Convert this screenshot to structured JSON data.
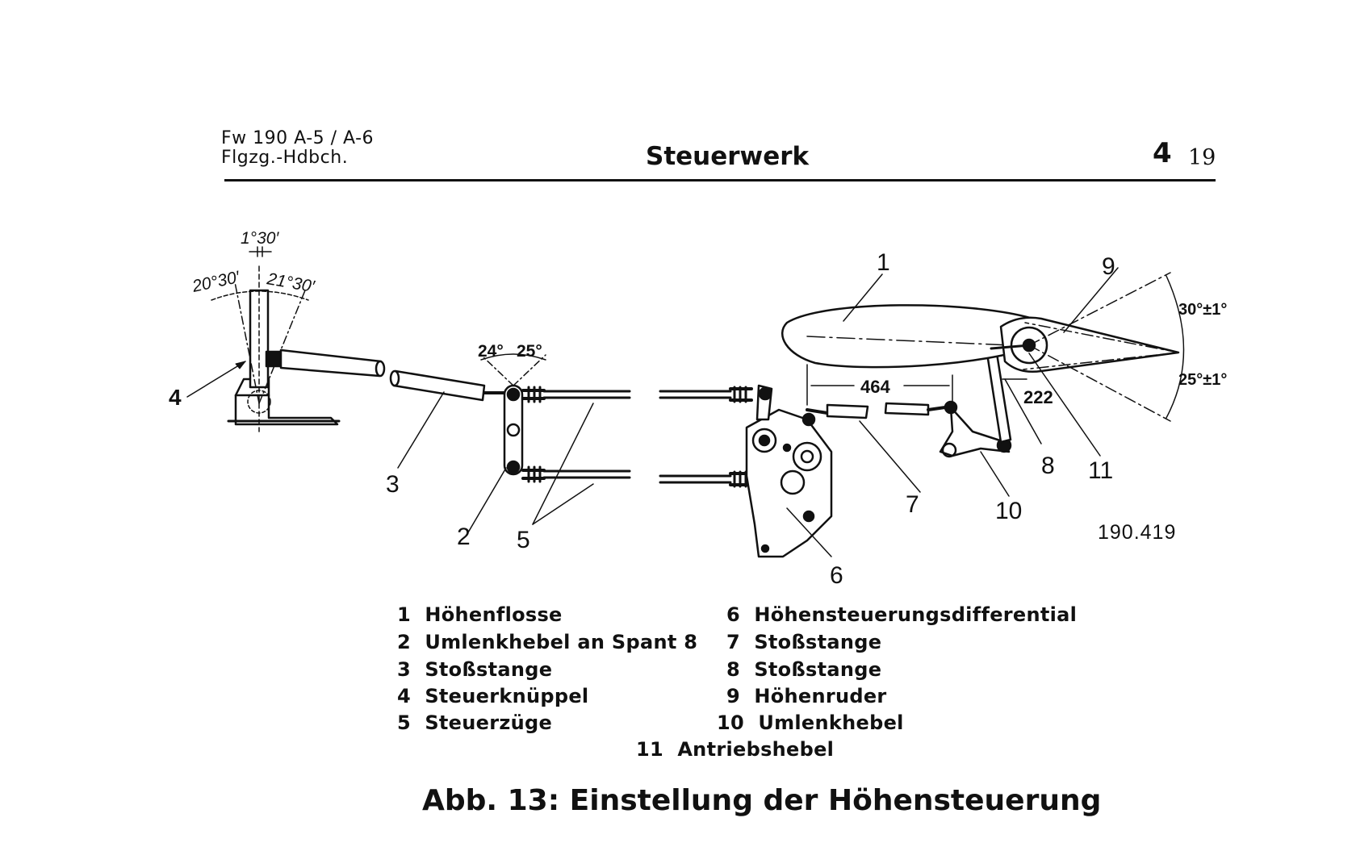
{
  "header": {
    "model": "Fw 190 A-5 / A-6",
    "manual": "Flgzg.-Hdbch.",
    "title": "Steuerwerk",
    "chapter": "4",
    "page": "19"
  },
  "diagram": {
    "callouts": [
      "1",
      "2",
      "3",
      "4",
      "5",
      "6",
      "7",
      "8",
      "9",
      "10",
      "11"
    ],
    "angles": {
      "stick_offset": "1°30′",
      "stick_forward": "20°30′",
      "stick_back": "21°30′",
      "lever_fwd": "24°",
      "lever_back": "25°",
      "elevator_up": "30°±1°",
      "elevator_down": "25°±1°"
    },
    "dimensions": {
      "rod_length": "464",
      "rod_offset": "222"
    },
    "drawing_number": "190.419"
  },
  "legend": {
    "items": [
      {
        "num": "1",
        "label": "Höhenflosse"
      },
      {
        "num": "2",
        "label": "Umlenkhebel an Spant 8"
      },
      {
        "num": "3",
        "label": "Stoßstange"
      },
      {
        "num": "4",
        "label": "Steuerknüppel"
      },
      {
        "num": "5",
        "label": "Steuerzüge"
      },
      {
        "num": "6",
        "label": "Höhensteuerungsdifferential"
      },
      {
        "num": "7",
        "label": "Stoßstange"
      },
      {
        "num": "8",
        "label": "Stoßstange"
      },
      {
        "num": "9",
        "label": "Höhenruder"
      },
      {
        "num": "10",
        "label": "Umlenkhebel"
      },
      {
        "num": "11",
        "label": "Antriebshebel"
      }
    ]
  },
  "caption": "Abb. 13: Einstellung der Höhensteuerung"
}
